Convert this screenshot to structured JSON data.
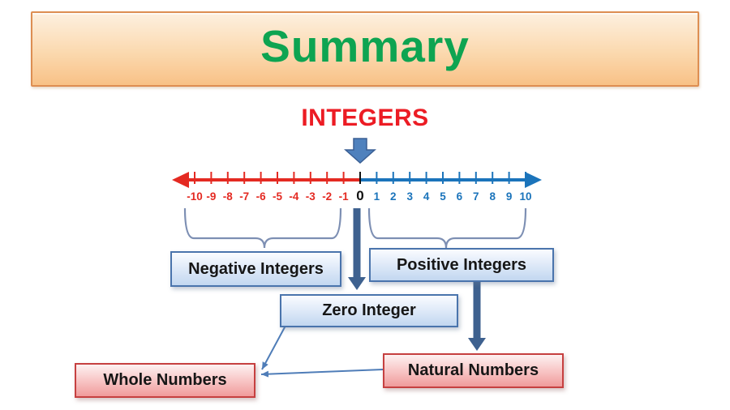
{
  "banner": {
    "title": "Summary"
  },
  "heading": {
    "title": "INTEGERS"
  },
  "number_line": {
    "min": -10,
    "max": 10,
    "tick_labels": [
      "-10",
      "-9",
      "-8",
      "-7",
      "-6",
      "-5",
      "-4",
      "-3",
      "-2",
      "-1",
      "0",
      "1",
      "2",
      "3",
      "4",
      "5",
      "6",
      "7",
      "8",
      "9",
      "10"
    ]
  },
  "boxes": {
    "negative_integers": "Negative Integers",
    "positive_integers": "Positive Integers",
    "zero_integer": "Zero Integer",
    "natural_numbers": "Natural Numbers",
    "whole_numbers": "Whole Numbers"
  },
  "colors": {
    "banner_border": "#DD8E52",
    "banner_gradient_top": "#FDF0E0",
    "banner_gradient_bottom": "#F8C186",
    "summary_green": "#0EA451",
    "integers_red": "#EC1C24",
    "negative_axis": "#E42A22",
    "positive_axis": "#1B74BB",
    "zero_label": "#111111",
    "thick_arrow": "#3E618F",
    "block_arrow_fill": "#4F81BD",
    "block_arrow_stroke": "#3A5F94",
    "brace": "#7D8FB3",
    "connector": "#4F7DB8"
  }
}
